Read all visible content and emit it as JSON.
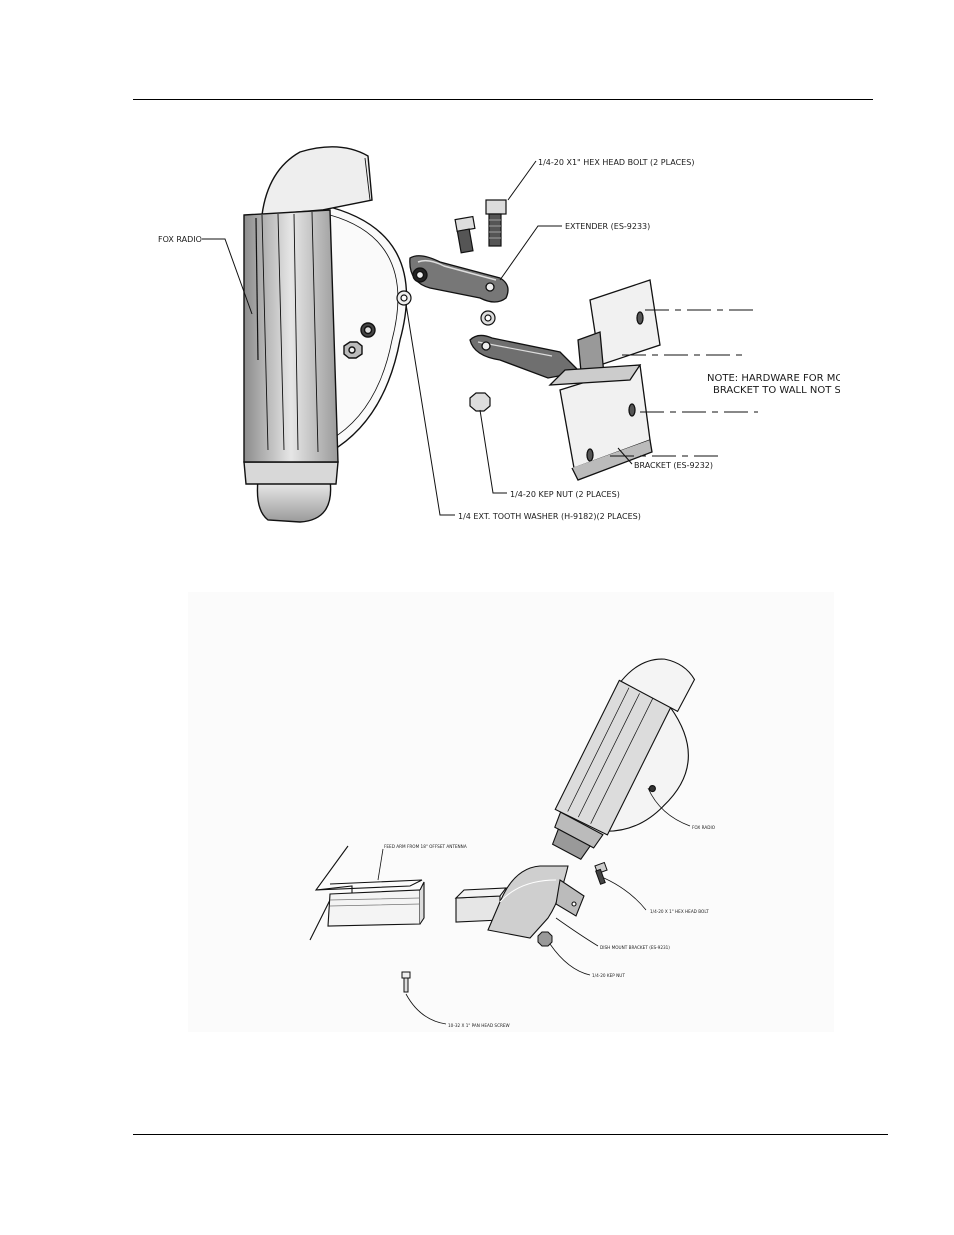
{
  "figure1": {
    "labels": {
      "fox_radio": "FOX RADIO",
      "hex_bolt": "1/4-20 X1\" HEX HEAD BOLT (2 PLACES)",
      "extender": "EXTENDER (ES-9233)",
      "note_line1": "NOTE: HARDWARE FOR MOUNTING",
      "note_line2": "BRACKET TO WALL NOT SUPPLIED",
      "bracket": "BRACKET (ES-9232)",
      "kep_nut": "1/4-20 KEP NUT (2 PLACES)",
      "washer": "1/4 EXT. TOOTH WASHER (H-9182)(2 PLACES)"
    }
  },
  "figure2": {
    "labels": {
      "feed_arm": "FEED ARM FROM 18\" OFFSET ANTENNA",
      "fox_radio": "FOX RADIO",
      "hex_bolt": "1/4-20 X 1\" HEX HEAD BOLT",
      "dish_bracket": "DISH MOUNT BRACKET (ES-9231)",
      "kep_nut": "1/4-20 KEP NUT",
      "screw": "10-32 X 1\" PAN HEAD SCREW"
    }
  }
}
